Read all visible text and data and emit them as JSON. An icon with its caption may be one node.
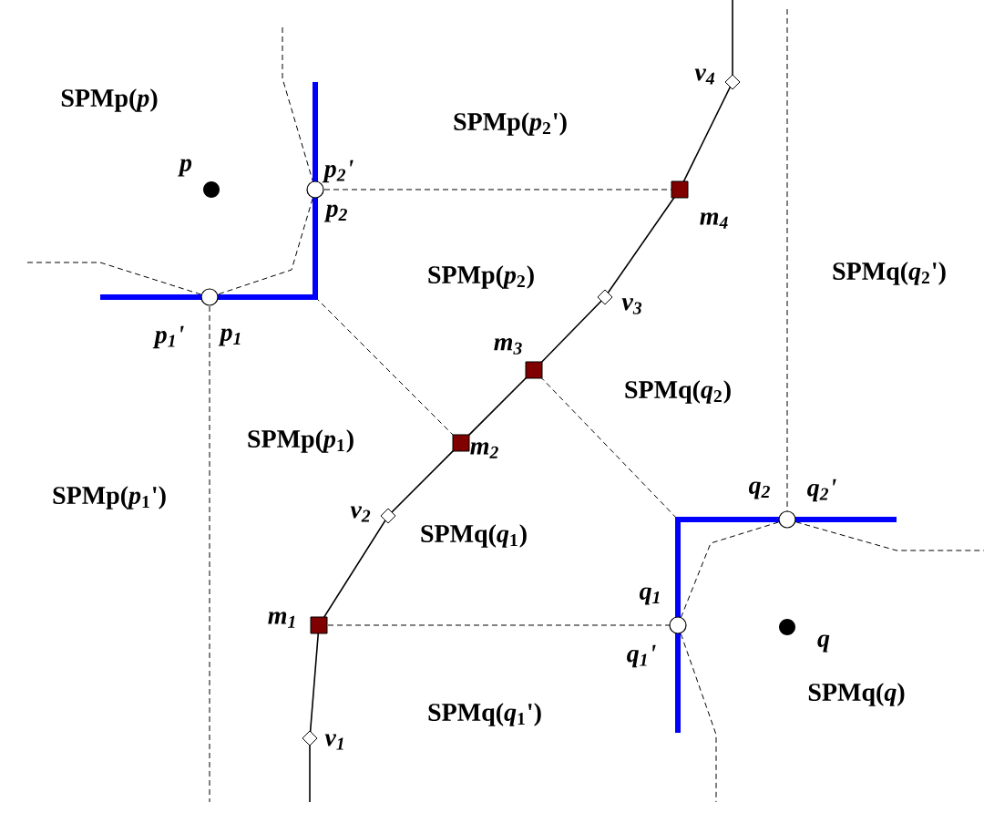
{
  "diagram": {
    "labels": [
      "SPMp(*p*)",
      "SPMp(*p*$_{2}$')",
      "*p*",
      "*p*$_{2}$'",
      "*p*$_{2}$",
      "*v*$_{4}$",
      "*m*$_{4}$",
      "SPMq(*q*$_{2}$')",
      "SPMp(*p*$_{2}$)",
      "*p*$_{1}$'",
      "*p*$_{1}$",
      "*v*$_{3}$",
      "*m*$_{3}$",
      "SPMq(*q*$_{2}$)",
      "SPMp(*p*$_{1}$)",
      "*m*$_{2}$",
      "SPMp(*p*$_{1}$')",
      "*v*$_{2}$",
      "SPMq(*q*$_{1}$)",
      "*q*$_{2}$",
      "*q*$_{2}$'",
      "*m*$_{1}$",
      "*q*$_{1}$",
      "*q*$_{1}$'",
      "*q*",
      "SPMq(*q*)",
      "*v*$_{1}$",
      "SPMq(*q*$_{1}$')"
    ]
  }
}
